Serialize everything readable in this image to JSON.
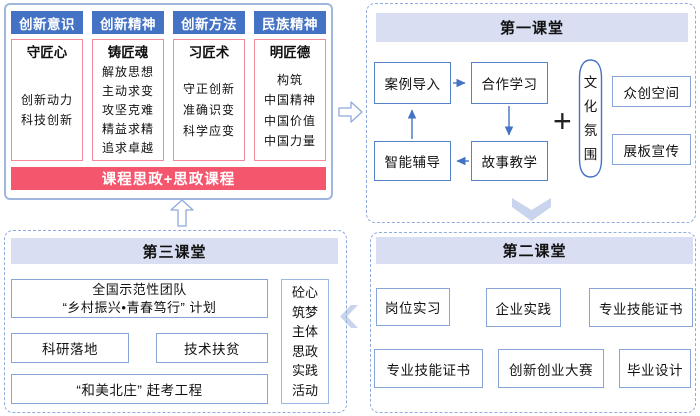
{
  "matrix": {
    "columns": [
      {
        "header": "创新意识",
        "title": "守匠心",
        "lines": [
          "创新动力",
          "科技创新"
        ]
      },
      {
        "header": "创新精神",
        "title": "铸匠魂",
        "lines": [
          "解放思想",
          "主动求变",
          "攻坚克难",
          "精益求精",
          "追求卓越"
        ]
      },
      {
        "header": "创新方法",
        "title": "习匠术",
        "lines": [
          "守正创新",
          "准确识变",
          "科学应变"
        ]
      },
      {
        "header": "民族精神",
        "title": "明匠德",
        "lines": [
          "构筑",
          "中国精神",
          "中国价值",
          "中国力量"
        ]
      }
    ],
    "banner": "课程思政+思政课程"
  },
  "first_classroom": {
    "title": "第一课堂",
    "flow": {
      "case_intro": "案例导入",
      "coop_learning": "合作学习",
      "smart_tutoring": "智能辅导",
      "story_teaching": "故事教学"
    },
    "plus_sign": "+",
    "culture_atmosphere": "文化氛围",
    "side_boxes": [
      "众创空间",
      "展板宣传"
    ]
  },
  "second_classroom": {
    "title": "第二课堂",
    "row1": [
      "岗位实习",
      "企业实践",
      "专业技能证书"
    ],
    "row2": [
      "专业技能证书",
      "创新创业大赛",
      "毕业设计"
    ]
  },
  "third_classroom": {
    "title": "第三课堂",
    "team_line1": "全国示范性团队",
    "team_line2": "“乡村振兴•青春笃行” 计划",
    "row": [
      "科研落地",
      "技术扶贫"
    ],
    "project": "“和美北庄” 赶考工程",
    "vertical_label": "砼心筑梦主体思政实践活动"
  },
  "colors": {
    "header_blue": "#4472C4",
    "light_blue_border": "#8FAADC",
    "panel_header_bg": "#D9DEF2",
    "banner_pink": "#F4566D",
    "pink_border": "#F28B9C",
    "chevron_fill": "#C9D5EC"
  }
}
